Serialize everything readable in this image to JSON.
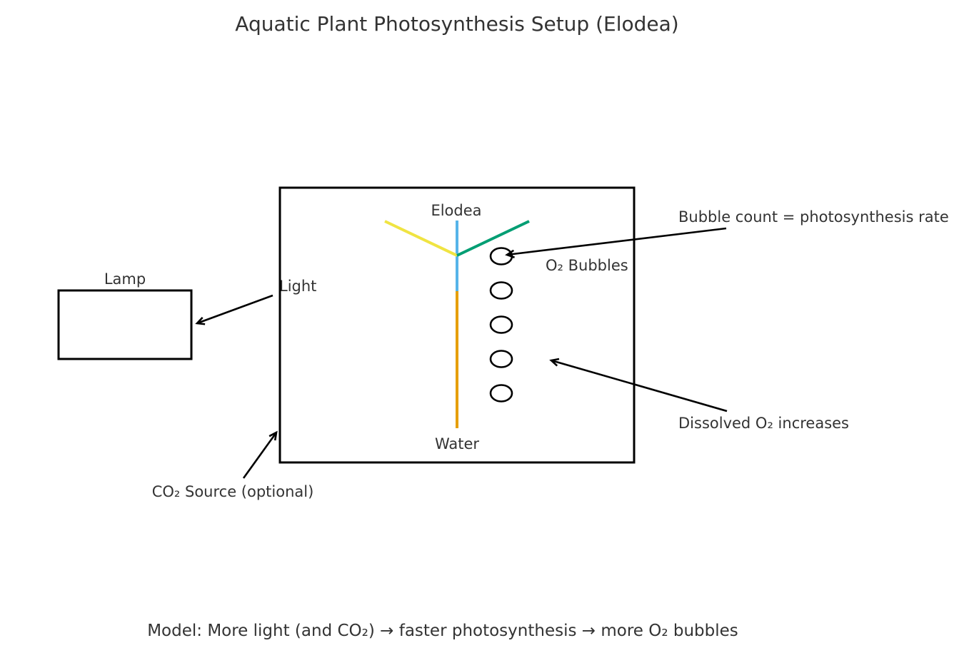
{
  "title": "Aquatic Plant Photosynthesis Setup (Elodea)",
  "labels": {
    "lamp": "Lamp",
    "light": "Light",
    "elodea": "Elodea",
    "water": "Water",
    "o2_bubbles": "O₂ Bubbles",
    "bubble_count": "Bubble count = photosynthesis rate",
    "dissolved_o2": "Dissolved O₂ increases",
    "co2_source": "CO₂ Source (optional)"
  },
  "caption": "Model: More light (and CO₂) → faster photosynthesis → more O₂ bubbles",
  "colors": {
    "stem_upper": "#56b4e9",
    "stem_lower": "#e69f00",
    "leaf_left": "#f0e442",
    "leaf_right": "#009e73",
    "outline": "#000000",
    "text": "#333333"
  },
  "bubble_count": 5
}
